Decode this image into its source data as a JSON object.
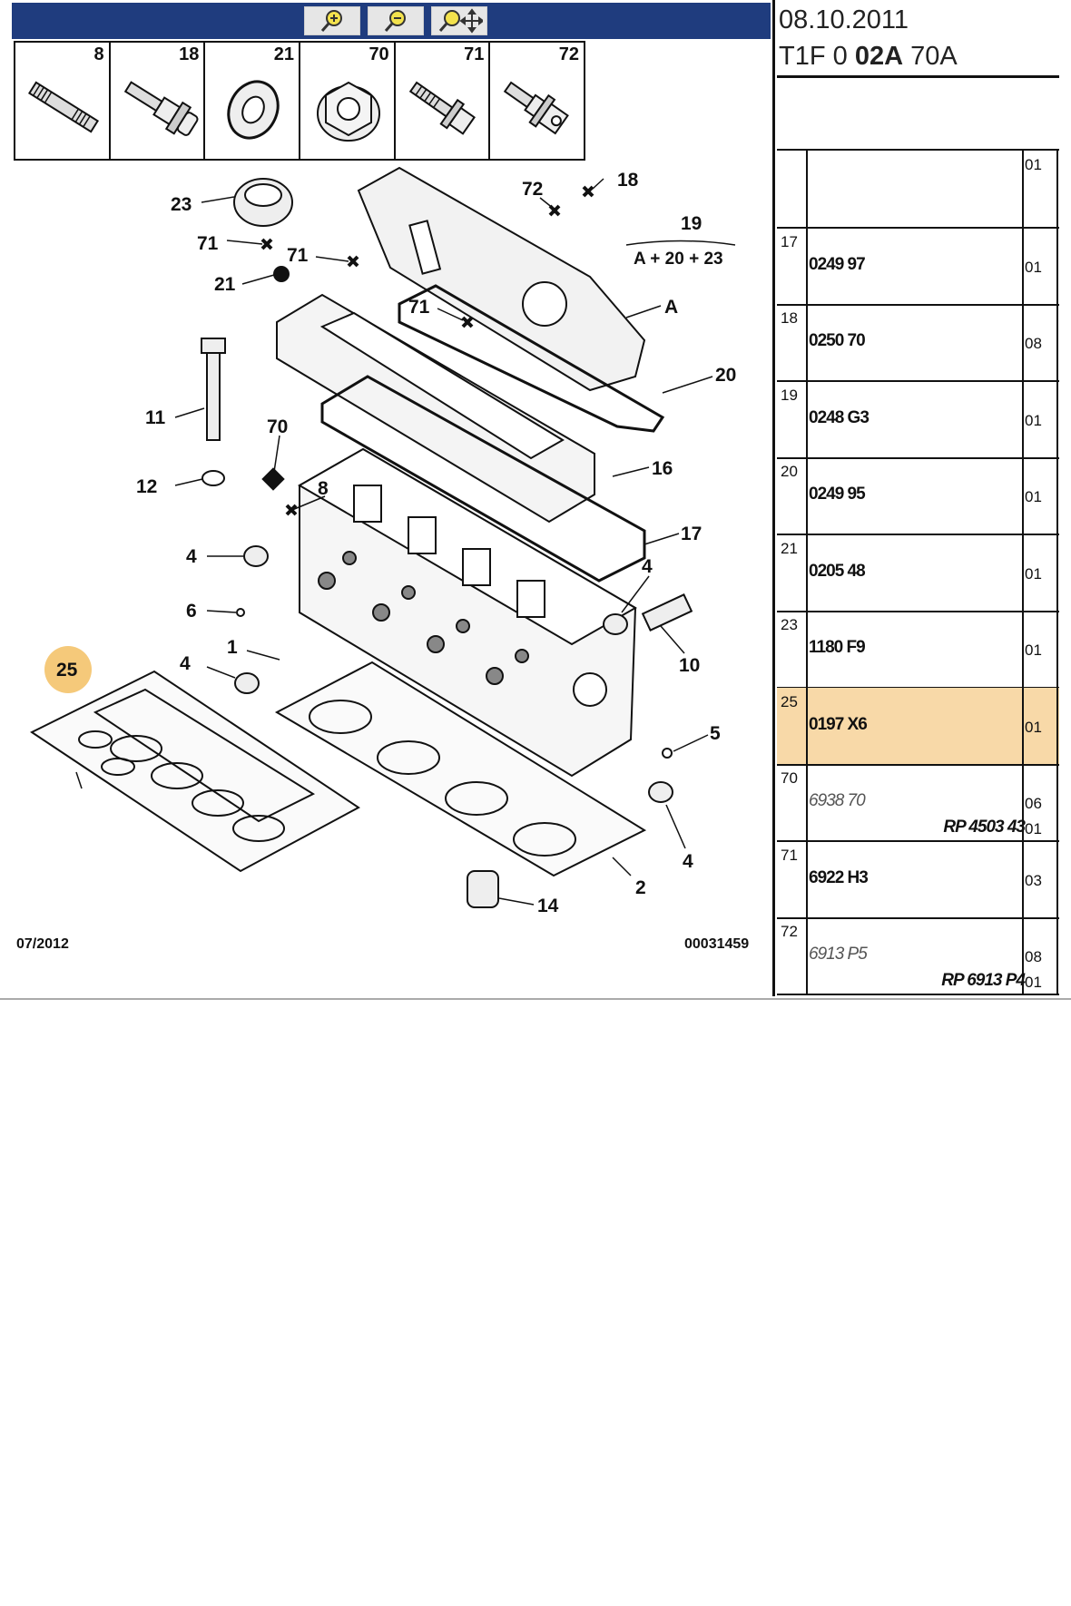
{
  "toolbar": {
    "zoom_in": "zoom-in",
    "zoom_out": "zoom-out",
    "pan": "zoom-pan"
  },
  "legend_parts": [
    "8",
    "18",
    "21",
    "70",
    "71",
    "72"
  ],
  "diagram": {
    "callouts": {
      "c23": "23",
      "c71a": "71",
      "c21": "21",
      "c71b": "71",
      "c72": "72",
      "c18": "18",
      "c19": "19",
      "c19f": "A + 20 + 23",
      "cA": "A",
      "c20": "20",
      "c71c": "71",
      "c11": "11",
      "c70": "70",
      "c16": "16",
      "c12": "12",
      "c8": "8",
      "c17": "17",
      "c4a": "4",
      "c4b": "4",
      "c6": "6",
      "c1": "1",
      "c4c": "4",
      "c10": "10",
      "c25": "25",
      "c5": "5",
      "c4d": "4",
      "c2": "2",
      "c14": "14"
    },
    "footer_date": "07/2012",
    "footer_id": "00031459"
  },
  "document": {
    "date": "08.10.2011",
    "code_prefix": "T1F 0 ",
    "code_bold": "02A",
    "code_suffix": " 70A"
  },
  "parts_table": [
    {
      "idx": "",
      "ref": "",
      "qty": "01",
      "selected": false
    },
    {
      "idx": "17",
      "ref": "0249 97",
      "qty": "01",
      "selected": false
    },
    {
      "idx": "18",
      "ref": "0250 70",
      "qty": "08",
      "selected": false
    },
    {
      "idx": "19",
      "ref": "0248 G3",
      "qty": "01",
      "selected": false
    },
    {
      "idx": "20",
      "ref": "0249 95",
      "qty": "01",
      "selected": false
    },
    {
      "idx": "21",
      "ref": "0205 48",
      "qty": "01",
      "selected": false
    },
    {
      "idx": "23",
      "ref": "1180 F9",
      "qty": "01",
      "selected": false
    },
    {
      "idx": "25",
      "ref": "0197 X6",
      "qty": "01",
      "selected": true
    },
    {
      "idx": "70",
      "ref": "6938 70",
      "qty": "06",
      "replacement": "RP 4503 43",
      "qty2": "01",
      "italic": true
    },
    {
      "idx": "71",
      "ref": "6922 H3",
      "qty": "03",
      "selected": false
    },
    {
      "idx": "72",
      "ref": "6913 P5",
      "qty": "08",
      "replacement": "RP 6913 P4",
      "qty2": "01",
      "italic": true
    }
  ],
  "colors": {
    "toolbar": "#1f3c7e",
    "selected_row": "#f8d9a8",
    "highlight_badge": "#f5c97a"
  }
}
